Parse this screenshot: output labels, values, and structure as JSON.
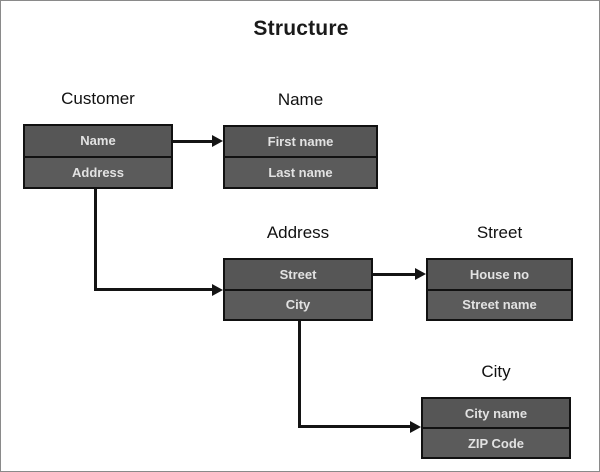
{
  "diagram": {
    "title": "Structure",
    "entities": [
      {
        "id": "customer",
        "label": "Customer",
        "fields": [
          "Name",
          "Address"
        ]
      },
      {
        "id": "name",
        "label": "Name",
        "fields": [
          "First name",
          "Last name"
        ]
      },
      {
        "id": "address",
        "label": "Address",
        "fields": [
          "Street",
          "City"
        ]
      },
      {
        "id": "street",
        "label": "Street",
        "fields": [
          "House no",
          "Street name"
        ]
      },
      {
        "id": "city",
        "label": "City",
        "fields": [
          "City name",
          "ZIP Code"
        ]
      }
    ],
    "connections": [
      {
        "from": "customer.Name",
        "to": "name",
        "style": "straight-arrow"
      },
      {
        "from": "customer.Address",
        "to": "address",
        "style": "elbow-arrow"
      },
      {
        "from": "address.Street",
        "to": "street",
        "style": "straight-arrow"
      },
      {
        "from": "address.City",
        "to": "city",
        "style": "elbow-arrow"
      }
    ],
    "colors": {
      "box_fill": "#555555",
      "box_border": "#111111",
      "field_text": "#e2e2e2",
      "label_text": "#111111",
      "connector": "#141414",
      "canvas_background": "#ffffff",
      "canvas_border": "#8a8a8a"
    }
  }
}
